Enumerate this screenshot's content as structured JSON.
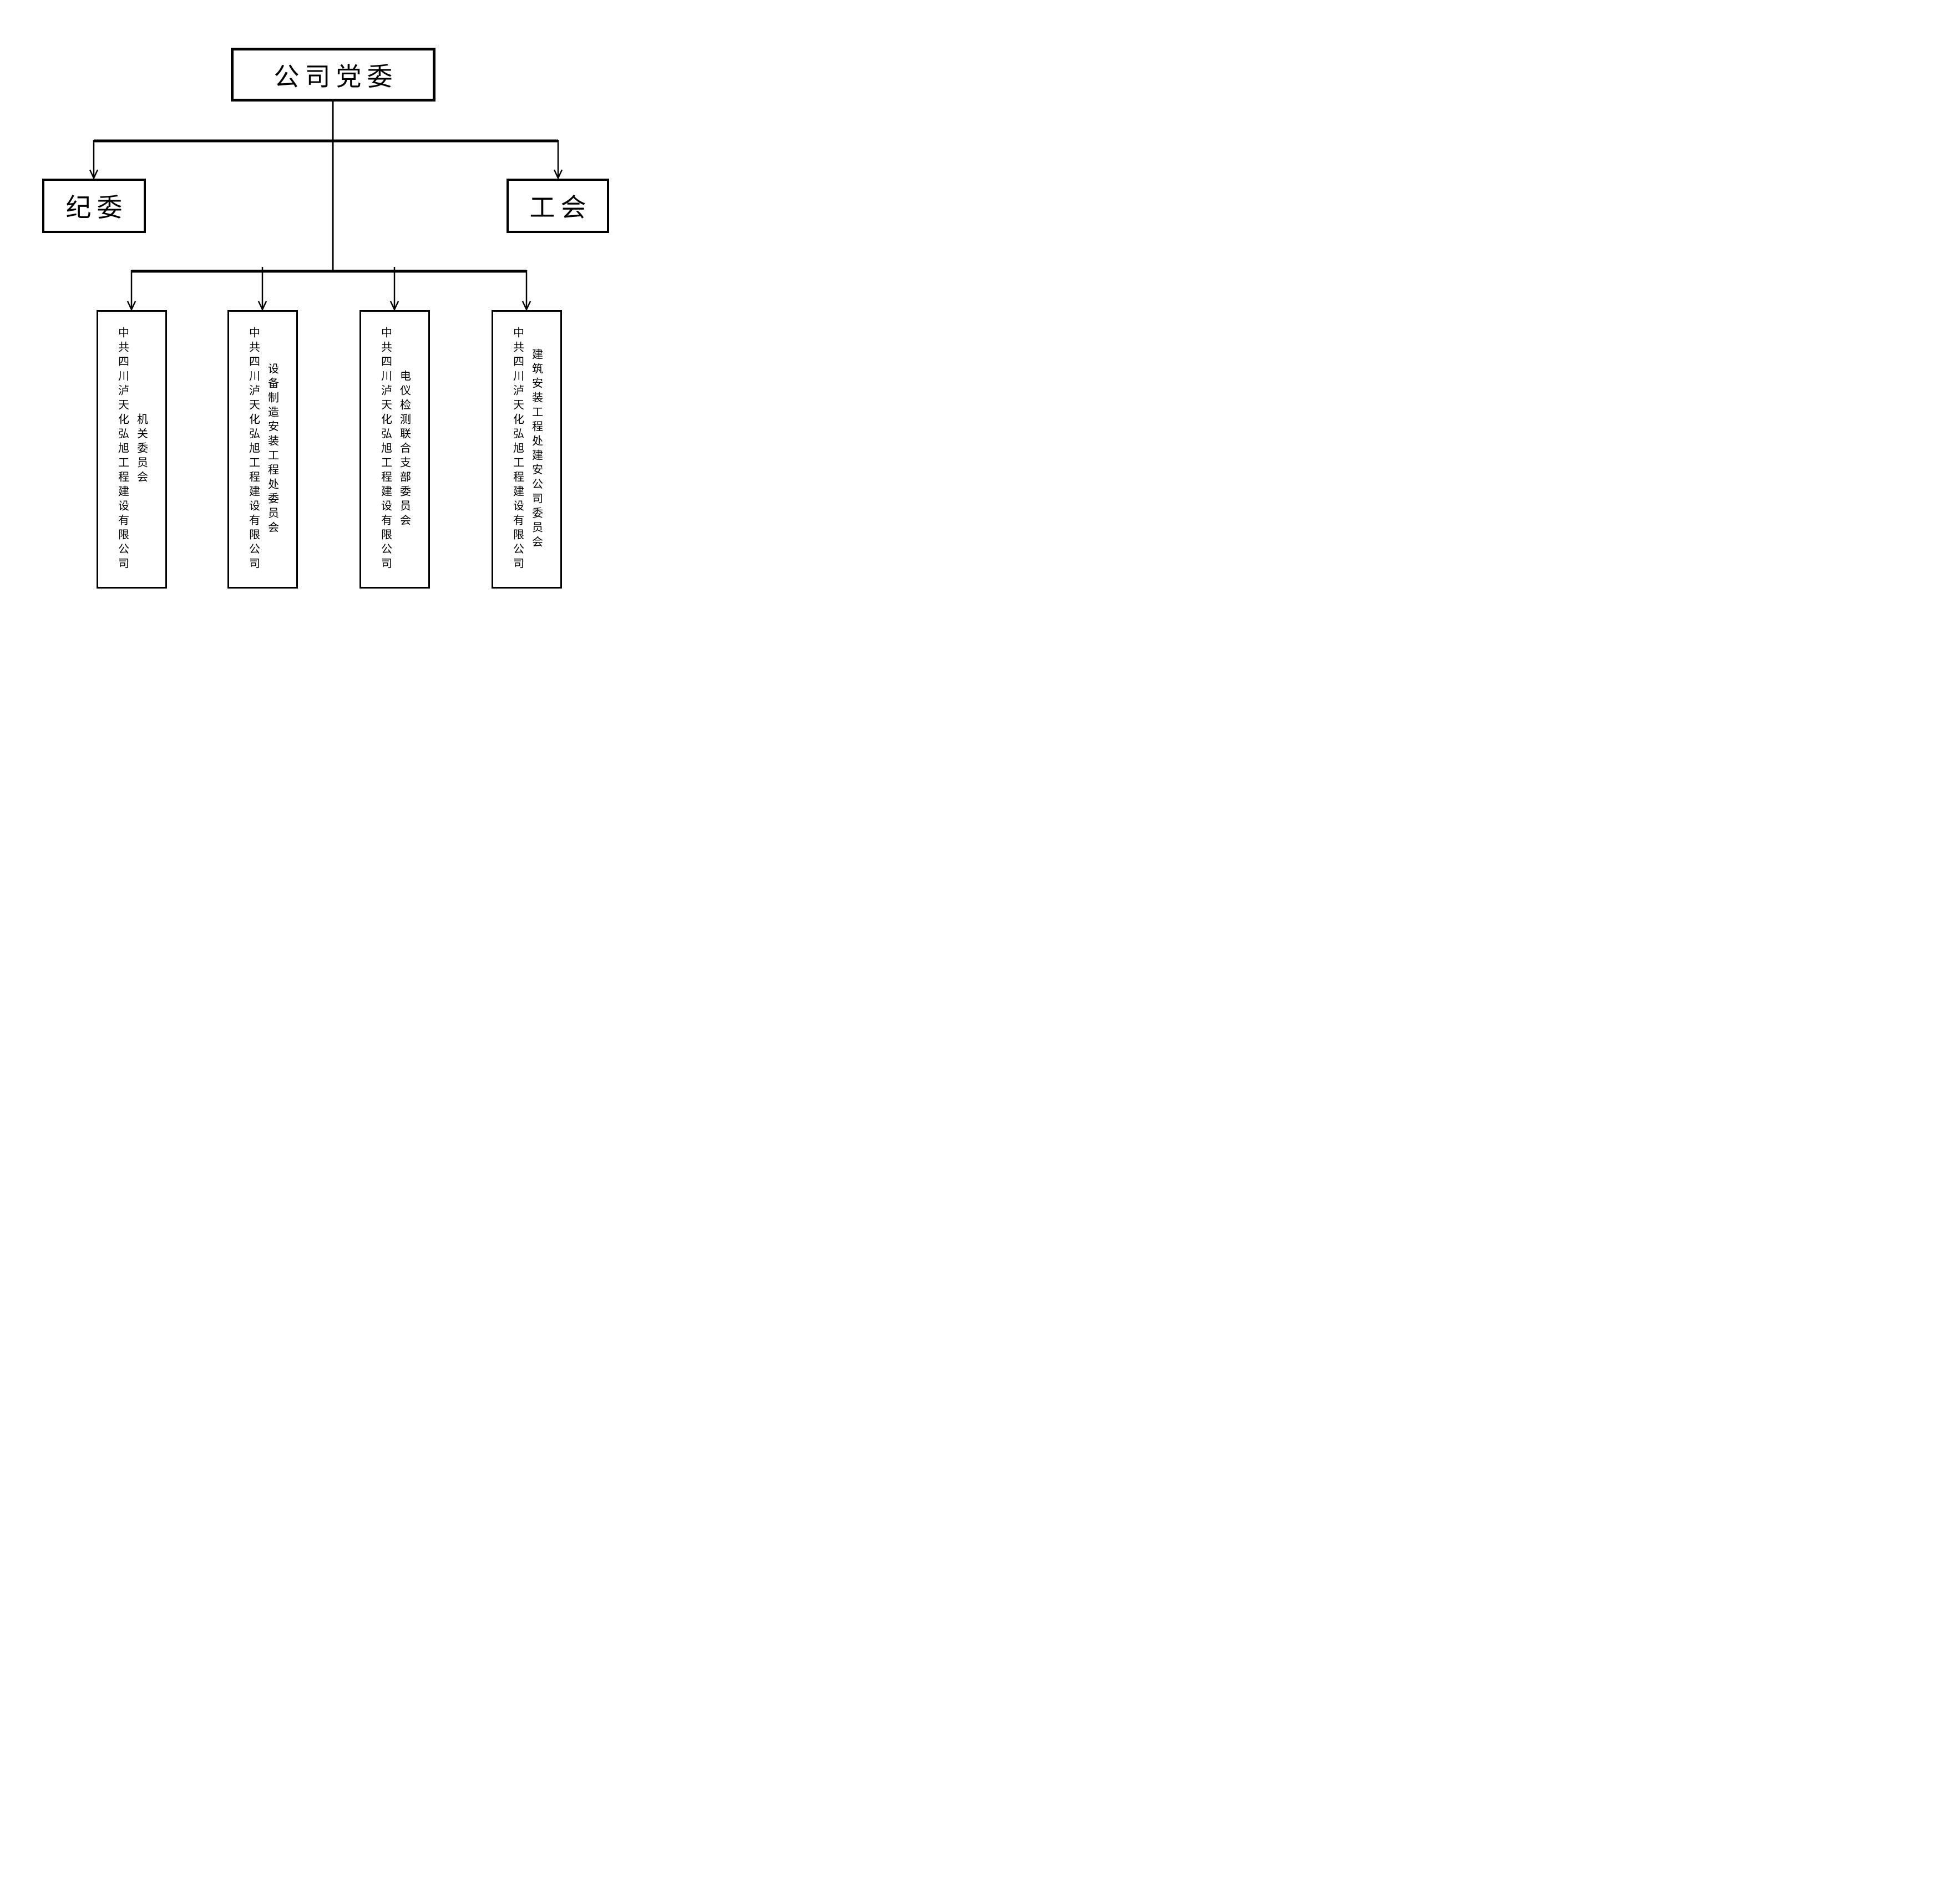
{
  "org_chart": {
    "root": {
      "label": "公司党委"
    },
    "row1": {
      "left": {
        "label": "纪委"
      },
      "right": {
        "label": "工会"
      }
    },
    "committees": [
      {
        "line1": "中共四川泸天化弘旭工程建设有限公司",
        "line2": "机关委员会"
      },
      {
        "line1": "中共四川泸天化弘旭工程建设有限公司",
        "line2": "设备制造安装工程处委员会"
      },
      {
        "line1": "中共四川泸天化弘旭工程建设有限公司",
        "line2": "电仪检测联合支部委员会"
      },
      {
        "line1": "中共四川泸天化弘旭工程建设有限公司",
        "line2": "建筑安装工程处建安公司委员会"
      }
    ],
    "colors": {
      "line": "#000000",
      "text": "#000000",
      "background": "#ffffff"
    }
  }
}
